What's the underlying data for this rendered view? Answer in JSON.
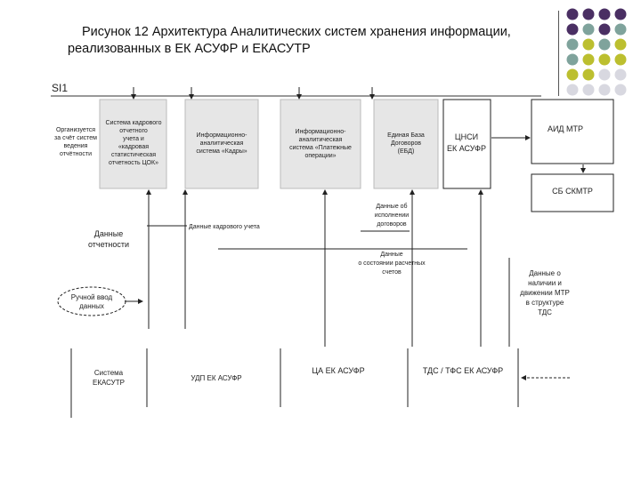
{
  "title": {
    "line1": "Рисунок 12 Архитектура Аналитических систем хранения информации,",
    "line2": "реализованных в ЕК АСУФР и ЕКАСУТР"
  },
  "diagram": {
    "frame_label": "SI1",
    "boxes": {
      "box1": [
        "Система кадрового",
        "отчетного",
        "учета и",
        "«кадровая",
        "статистическая",
        "отчетность ЦОК»"
      ],
      "box2": [
        "Информационно-",
        "аналитическая",
        "система «Кадры»"
      ],
      "box3": [
        "Информационно-",
        "аналитическая",
        "система «Платежные",
        "операции»"
      ],
      "box4": [
        "Единая База",
        "Договоров",
        "(ЕБД)"
      ],
      "box5": [
        "ЦНСИ",
        "ЕК АСУФР"
      ],
      "box6": [
        "АИД МТР"
      ],
      "box7": [
        "СБ СКМТР"
      ]
    },
    "labels": {
      "left_note": [
        "Организуется",
        "за счёт систем",
        "ведения",
        "отчётности"
      ],
      "data_reporting": [
        "Данные",
        "отчетности"
      ],
      "kadr_data": "Данные кадрового учета",
      "contract_data": [
        "Данные об",
        "исполнении",
        "договоров"
      ],
      "state_data": [
        "Данные",
        "о состоянии расчетных",
        "счетов"
      ],
      "mtr_data": [
        "Данные о",
        "наличии и",
        "движении МТР",
        "в структуре",
        "ТДС"
      ],
      "manual_input": [
        "Ручной ввод",
        "данных"
      ]
    },
    "bottom": {
      "sys1": [
        "Система",
        "ЕКАСУТР"
      ],
      "sys2": "УДП ЕК АСУФР",
      "sys3": "ЦА ЕК АСУФР",
      "sys4": "ТДС / ТФС ЕК АСУФР"
    }
  },
  "decoration": {
    "dot_colors": [
      "#4a2f63",
      "#7fa39c",
      "#bcbf2f",
      "#d8d8e0"
    ]
  }
}
